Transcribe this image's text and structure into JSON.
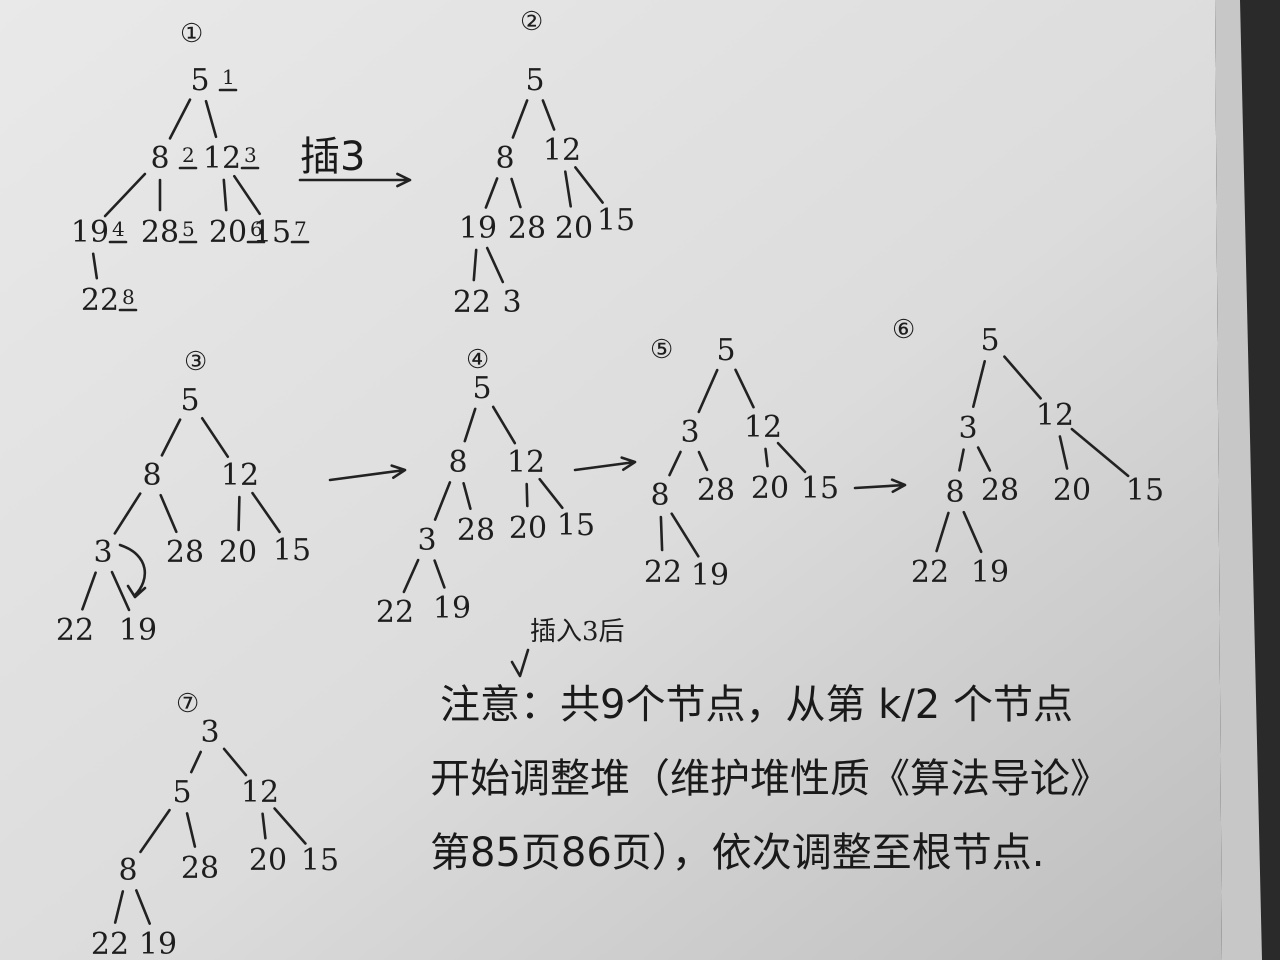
{
  "diagram": {
    "trees": [
      {
        "id": "1",
        "label": "①",
        "nodes": [
          {
            "text": "5",
            "mark": "1"
          },
          {
            "text": "8",
            "mark": "2"
          },
          {
            "text": "12",
            "mark": "3"
          },
          {
            "text": "19",
            "mark": "4"
          },
          {
            "text": "28",
            "mark": "5"
          },
          {
            "text": "20",
            "mark": "6"
          },
          {
            "text": "15",
            "mark": "7"
          },
          {
            "text": "22",
            "mark": "8"
          }
        ]
      },
      {
        "id": "2",
        "label": "②",
        "nodes": [
          {
            "text": "5"
          },
          {
            "text": "8"
          },
          {
            "text": "12"
          },
          {
            "text": "19"
          },
          {
            "text": "28"
          },
          {
            "text": "20"
          },
          {
            "text": "15"
          },
          {
            "text": "22"
          },
          {
            "text": "3"
          }
        ]
      },
      {
        "id": "3",
        "label": "③",
        "nodes": [
          {
            "text": "5"
          },
          {
            "text": "8"
          },
          {
            "text": "12"
          },
          {
            "text": "3"
          },
          {
            "text": "28"
          },
          {
            "text": "20"
          },
          {
            "text": "15"
          },
          {
            "text": "22"
          },
          {
            "text": "19"
          }
        ]
      },
      {
        "id": "4",
        "label": "④",
        "nodes": [
          {
            "text": "5"
          },
          {
            "text": "8"
          },
          {
            "text": "12"
          },
          {
            "text": "3"
          },
          {
            "text": "28"
          },
          {
            "text": "20"
          },
          {
            "text": "15"
          },
          {
            "text": "22"
          },
          {
            "text": "19"
          }
        ]
      },
      {
        "id": "5",
        "label": "⑤",
        "nodes": [
          {
            "text": "5"
          },
          {
            "text": "3"
          },
          {
            "text": "12"
          },
          {
            "text": "8"
          },
          {
            "text": "28"
          },
          {
            "text": "20"
          },
          {
            "text": "15"
          },
          {
            "text": "22"
          },
          {
            "text": "19"
          }
        ]
      },
      {
        "id": "6",
        "label": "⑥",
        "nodes": [
          {
            "text": "5"
          },
          {
            "text": "3"
          },
          {
            "text": "12"
          },
          {
            "text": "8"
          },
          {
            "text": "28"
          },
          {
            "text": "20"
          },
          {
            "text": "15"
          },
          {
            "text": "22"
          },
          {
            "text": "19"
          }
        ]
      },
      {
        "id": "7",
        "label": "⑦",
        "nodes": [
          {
            "text": "3"
          },
          {
            "text": "5"
          },
          {
            "text": "12"
          },
          {
            "text": "8"
          },
          {
            "text": "28"
          },
          {
            "text": "20"
          },
          {
            "text": "15"
          },
          {
            "text": "22"
          },
          {
            "text": "19"
          }
        ]
      }
    ],
    "arrows": [
      {
        "label": "插3"
      },
      {
        "label": ""
      },
      {
        "label": ""
      },
      {
        "label": ""
      }
    ],
    "note": {
      "insert_label": "插入3后",
      "lines": [
        "注意：共9个节点，从第 k/2 个节点",
        "开始调整堆（维护堆性质《算法导论》",
        "第85页86页），依次调整至根节点."
      ]
    }
  }
}
